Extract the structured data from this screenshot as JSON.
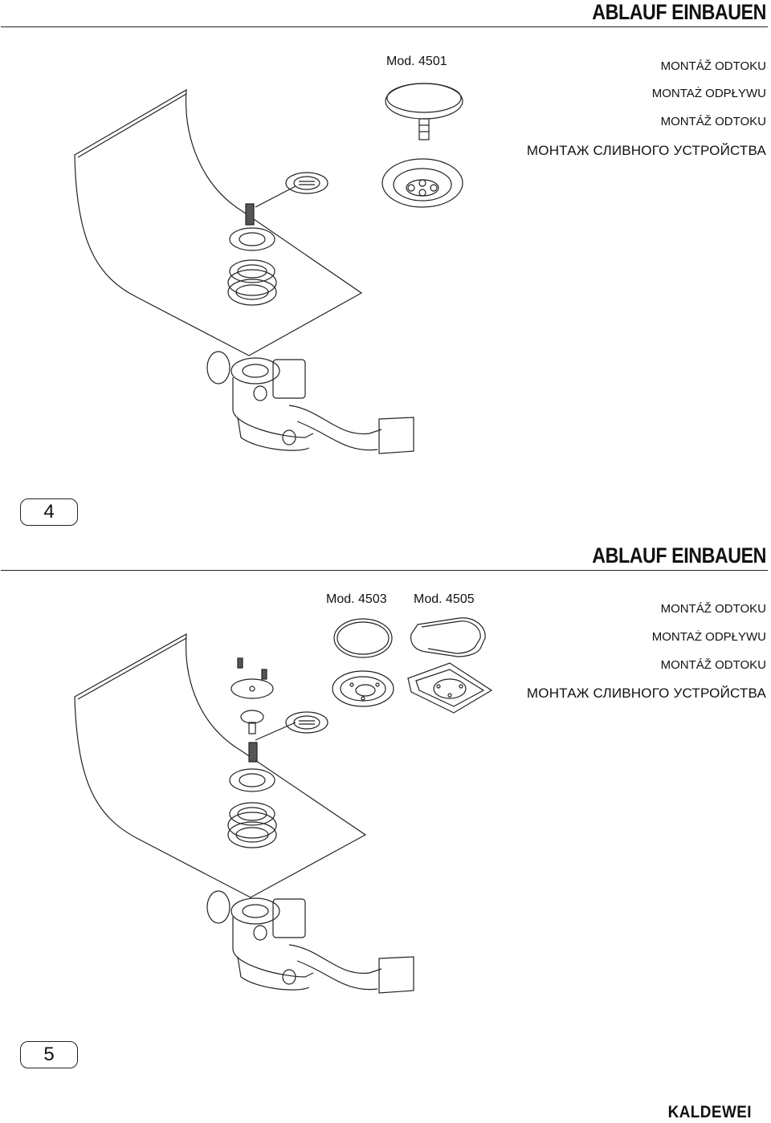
{
  "section1": {
    "heading": "ABLAUF EINBAUEN",
    "model": "Mod. 4501",
    "languages": [
      "MONTÁŽ ODTOKU",
      "MONTAŻ ODPŁYWU",
      "MONTÁŽ ODTOKU",
      "МОНТАЖ СЛИВНОГО УСТРОЙСТВА"
    ],
    "page_number": "4"
  },
  "section2": {
    "heading": "ABLAUF EINBAUEN",
    "models": [
      "Mod. 4503",
      "Mod. 4505"
    ],
    "languages": [
      "MONTÁŽ ODTOKU",
      "MONTAŻ ODPŁYWU",
      "MONTÁŽ ODTOKU",
      "МОНТАЖ СЛИВНОГО УСТРОЙСТВА"
    ],
    "page_number": "5"
  },
  "footer": {
    "brand": "KALDEWEI"
  },
  "colors": {
    "ink": "#111111",
    "line": "#222222",
    "background": "#ffffff"
  }
}
